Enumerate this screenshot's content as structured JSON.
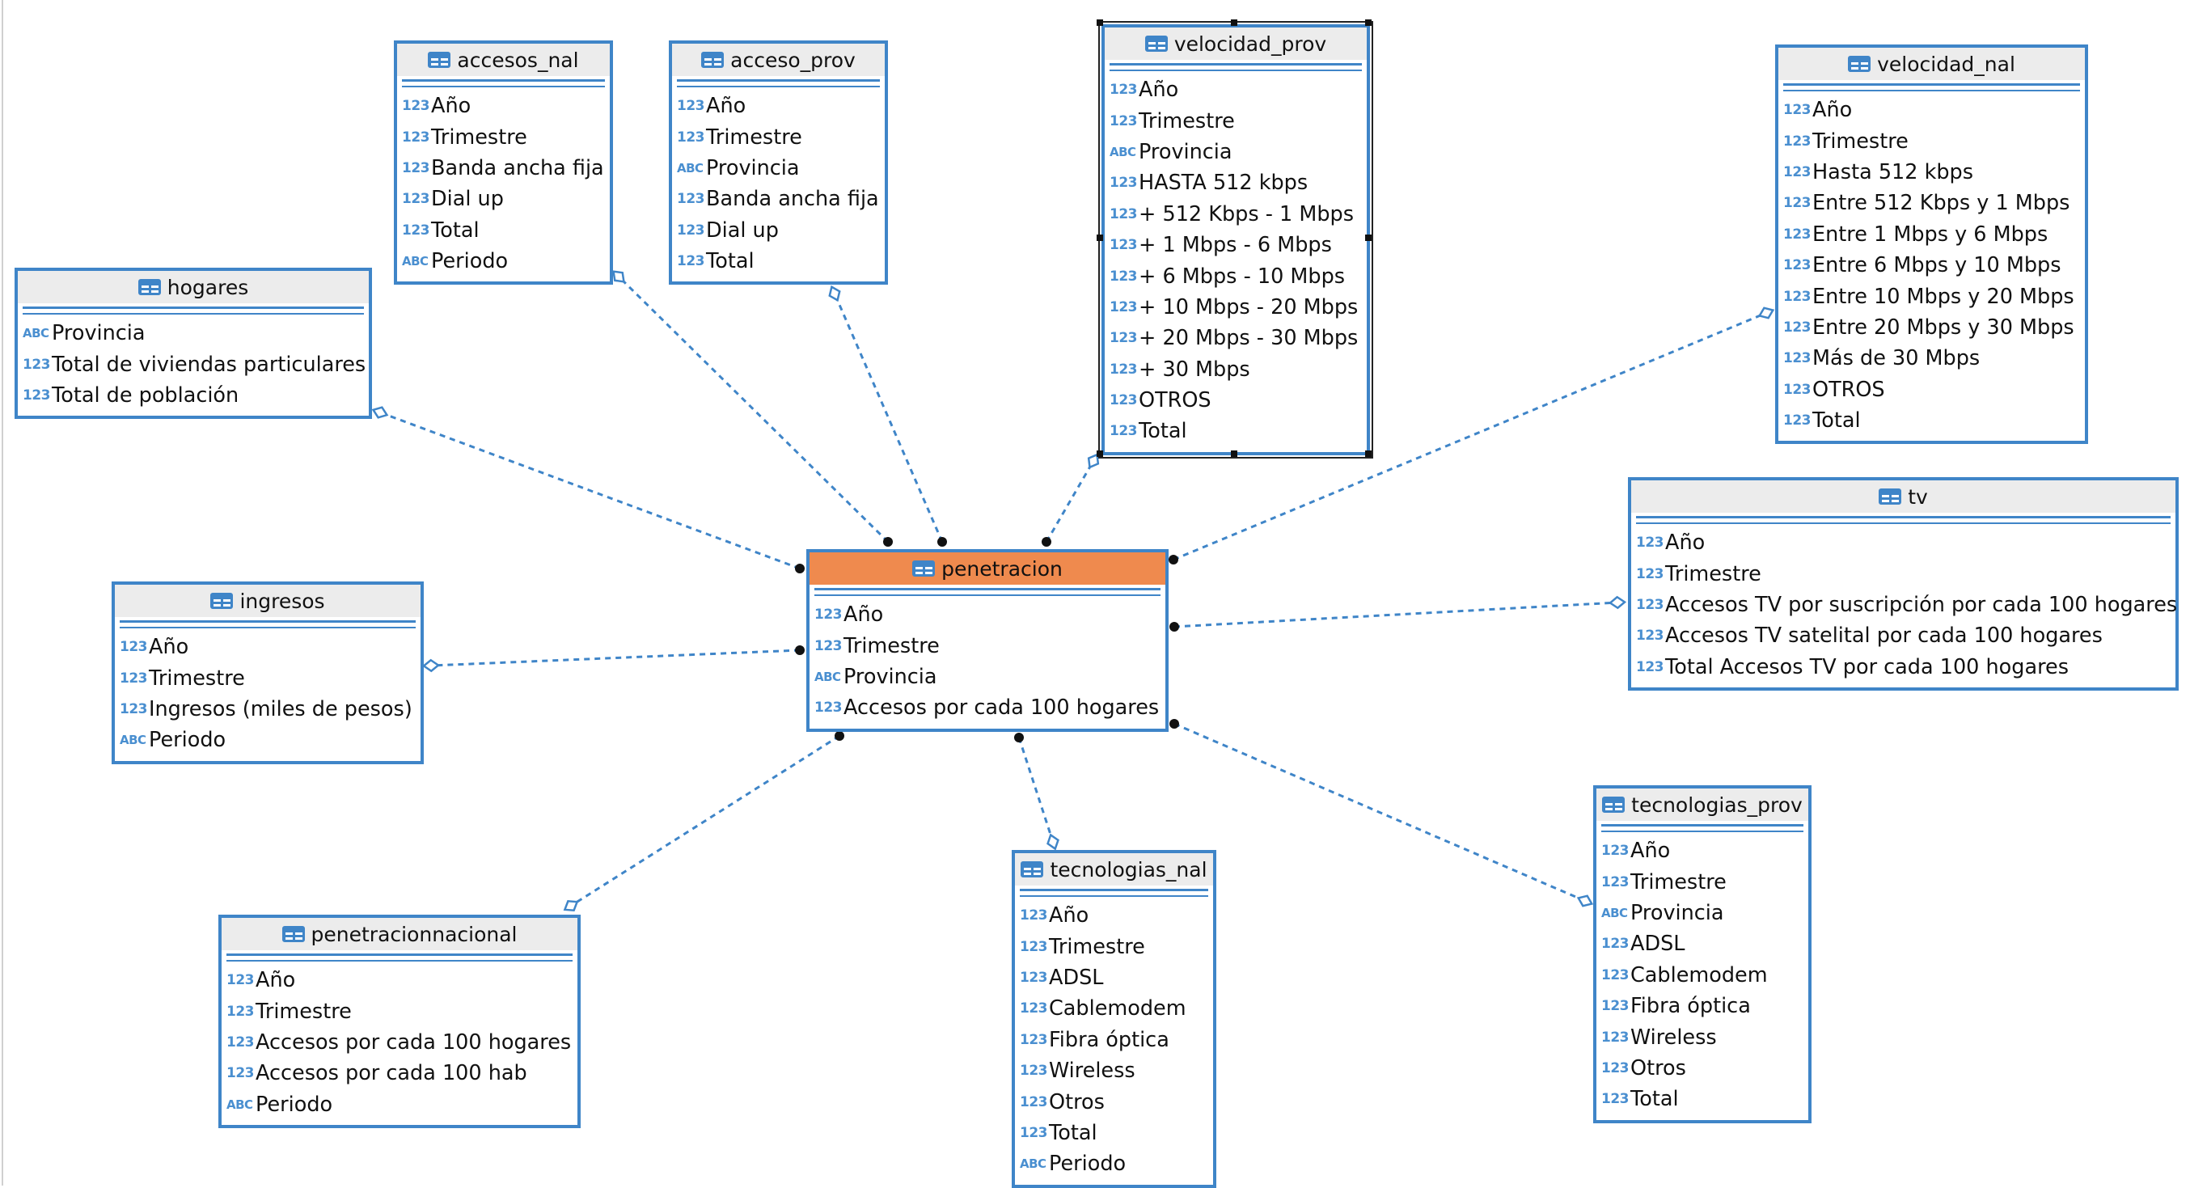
{
  "type_labels": {
    "num": "123",
    "text": "ABC"
  },
  "entities": [
    {
      "id": "accesos_nal",
      "title": "accesos_nal",
      "columns": [
        {
          "type": "123",
          "name": "Año"
        },
        {
          "type": "123",
          "name": "Trimestre"
        },
        {
          "type": "123",
          "name": "Banda ancha fija"
        },
        {
          "type": "123",
          "name": "Dial up"
        },
        {
          "type": "123",
          "name": "Total"
        },
        {
          "type": "ABC",
          "name": "Periodo"
        }
      ]
    },
    {
      "id": "acceso_prov",
      "title": "acceso_prov",
      "columns": [
        {
          "type": "123",
          "name": "Año"
        },
        {
          "type": "123",
          "name": "Trimestre"
        },
        {
          "type": "ABC",
          "name": "Provincia"
        },
        {
          "type": "123",
          "name": "Banda ancha fija"
        },
        {
          "type": "123",
          "name": "Dial up"
        },
        {
          "type": "123",
          "name": "Total"
        }
      ]
    },
    {
      "id": "velocidad_prov",
      "title": "velocidad_prov",
      "columns": [
        {
          "type": "123",
          "name": "Año"
        },
        {
          "type": "123",
          "name": "Trimestre"
        },
        {
          "type": "ABC",
          "name": "Provincia"
        },
        {
          "type": "123",
          "name": "HASTA 512 kbps"
        },
        {
          "type": "123",
          "name": "+ 512 Kbps - 1 Mbps"
        },
        {
          "type": "123",
          "name": "+ 1 Mbps - 6 Mbps"
        },
        {
          "type": "123",
          "name": "+ 6 Mbps - 10 Mbps"
        },
        {
          "type": "123",
          "name": "+ 10 Mbps - 20 Mbps"
        },
        {
          "type": "123",
          "name": "+ 20 Mbps - 30 Mbps"
        },
        {
          "type": "123",
          "name": "+ 30 Mbps"
        },
        {
          "type": "123",
          "name": "OTROS"
        },
        {
          "type": "123",
          "name": "Total"
        }
      ]
    },
    {
      "id": "velocidad_nal",
      "title": "velocidad_nal",
      "columns": [
        {
          "type": "123",
          "name": "Año"
        },
        {
          "type": "123",
          "name": "Trimestre"
        },
        {
          "type": "123",
          "name": "Hasta 512 kbps"
        },
        {
          "type": "123",
          "name": "Entre 512 Kbps y 1 Mbps"
        },
        {
          "type": "123",
          "name": "Entre 1 Mbps y 6 Mbps"
        },
        {
          "type": "123",
          "name": "Entre 6 Mbps y 10 Mbps"
        },
        {
          "type": "123",
          "name": "Entre 10 Mbps y 20 Mbps"
        },
        {
          "type": "123",
          "name": "Entre 20 Mbps y 30 Mbps"
        },
        {
          "type": "123",
          "name": "Más de 30 Mbps"
        },
        {
          "type": "123",
          "name": "OTROS"
        },
        {
          "type": "123",
          "name": "Total"
        }
      ]
    },
    {
      "id": "hogares",
      "title": "hogares",
      "columns": [
        {
          "type": "ABC",
          "name": "Provincia"
        },
        {
          "type": "123",
          "name": "Total de viviendas particulares"
        },
        {
          "type": "123",
          "name": "Total de población"
        }
      ]
    },
    {
      "id": "tv",
      "title": "tv",
      "columns": [
        {
          "type": "123",
          "name": "Año"
        },
        {
          "type": "123",
          "name": "Trimestre"
        },
        {
          "type": "123",
          "name": "Accesos TV por suscripción por cada 100 hogares"
        },
        {
          "type": "123",
          "name": "Accesos TV satelital por cada 100 hogares"
        },
        {
          "type": "123",
          "name": "Total Accesos TV por cada 100 hogares"
        }
      ]
    },
    {
      "id": "penetracion",
      "title": "penetracion",
      "main": true,
      "columns": [
        {
          "type": "123",
          "name": "Año"
        },
        {
          "type": "123",
          "name": "Trimestre"
        },
        {
          "type": "ABC",
          "name": "Provincia"
        },
        {
          "type": "123",
          "name": "Accesos por cada 100 hogares"
        }
      ]
    },
    {
      "id": "ingresos",
      "title": "ingresos",
      "columns": [
        {
          "type": "123",
          "name": "Año"
        },
        {
          "type": "123",
          "name": "Trimestre"
        },
        {
          "type": "123",
          "name": "Ingresos (miles de pesos)"
        },
        {
          "type": "ABC",
          "name": "Periodo"
        }
      ]
    },
    {
      "id": "penetracionnacional",
      "title": "penetracionnacional",
      "columns": [
        {
          "type": "123",
          "name": "Año"
        },
        {
          "type": "123",
          "name": "Trimestre"
        },
        {
          "type": "123",
          "name": "Accesos por cada 100 hogares"
        },
        {
          "type": "123",
          "name": "Accesos por cada 100 hab"
        },
        {
          "type": "ABC",
          "name": "Periodo"
        }
      ]
    },
    {
      "id": "tecnologias_nal",
      "title": "tecnologias_nal",
      "columns": [
        {
          "type": "123",
          "name": "Año"
        },
        {
          "type": "123",
          "name": "Trimestre"
        },
        {
          "type": "123",
          "name": "ADSL"
        },
        {
          "type": "123",
          "name": "Cablemodem"
        },
        {
          "type": "123",
          "name": "Fibra óptica"
        },
        {
          "type": "123",
          "name": "Wireless"
        },
        {
          "type": "123",
          "name": "Otros"
        },
        {
          "type": "123",
          "name": "Total"
        },
        {
          "type": "ABC",
          "name": "Periodo"
        }
      ]
    },
    {
      "id": "tecnologias_prov",
      "title": "tecnologias_prov",
      "columns": [
        {
          "type": "123",
          "name": "Año"
        },
        {
          "type": "123",
          "name": "Trimestre"
        },
        {
          "type": "ABC",
          "name": "Provincia"
        },
        {
          "type": "123",
          "name": "ADSL"
        },
        {
          "type": "123",
          "name": "Cablemodem"
        },
        {
          "type": "123",
          "name": "Fibra óptica"
        },
        {
          "type": "123",
          "name": "Wireless"
        },
        {
          "type": "123",
          "name": "Otros"
        },
        {
          "type": "123",
          "name": "Total"
        }
      ]
    }
  ],
  "relations": [
    {
      "from": "penetracion",
      "to": "hogares"
    },
    {
      "from": "penetracion",
      "to": "accesos_nal"
    },
    {
      "from": "penetracion",
      "to": "acceso_prov"
    },
    {
      "from": "penetracion",
      "to": "velocidad_prov"
    },
    {
      "from": "penetracion",
      "to": "velocidad_nal"
    },
    {
      "from": "penetracion",
      "to": "tv"
    },
    {
      "from": "penetracion",
      "to": "ingresos"
    },
    {
      "from": "penetracion",
      "to": "penetracionnacional"
    },
    {
      "from": "penetracion",
      "to": "tecnologias_nal"
    },
    {
      "from": "penetracion",
      "to": "tecnologias_prov"
    }
  ],
  "selected_entity": "velocidad_prov",
  "colors": {
    "border": "#3f85c8",
    "header": "#ececec",
    "main_header": "#ef8a4e",
    "line": "#3f85c8"
  }
}
